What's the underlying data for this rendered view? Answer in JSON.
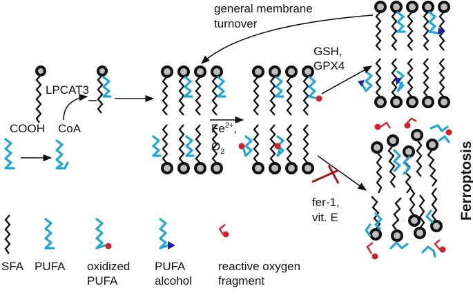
{
  "enzymes": {
    "lpcat3": "LPCAT3",
    "coa": "CoA",
    "cooh": "COOH"
  },
  "conditions": {
    "fe_base": "Fe",
    "fe_sup": "2+",
    "fe_comma": ",",
    "o2_base": "O",
    "o2_sub": "2",
    "gsh": "GSH,",
    "gpx4": "GPX4"
  },
  "arrows": {
    "turnover_line1": "general membrane",
    "turnover_line2": "turnover"
  },
  "inhibitors": {
    "line1": "fer-1,",
    "line2": "vit. E"
  },
  "outcome": "Ferroptosis",
  "legend": {
    "sfa": "SFA",
    "pufa": "PUFA",
    "oxidized_line1": "oxidized",
    "oxidized_line2": "PUFA",
    "alcohol_line1": "PUFA",
    "alcohol_line2": "alcohol",
    "ros_line1": "reactive oxygen",
    "ros_line2": "fragment"
  },
  "colors": {
    "pufa": "#1ea7d6",
    "oxidized_marker": "#d6202a",
    "alcohol_marker": "#1a23a8",
    "inhibitor": "#a01818",
    "headgroup_fill": "#bdbdbd"
  }
}
